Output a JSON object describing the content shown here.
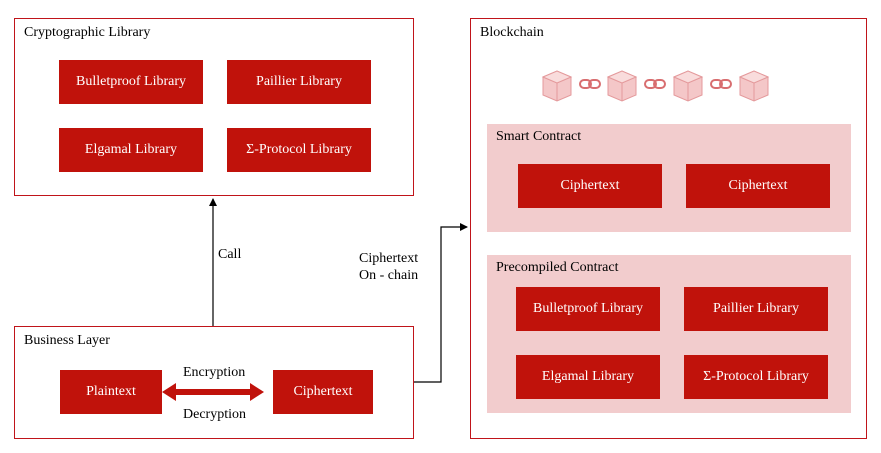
{
  "crypto_library": {
    "title": "Cryptographic Library",
    "items": [
      "Bulletproof Library",
      "Paillier Library",
      "Elgamal Library",
      "Σ-Protocol Library"
    ]
  },
  "blockchain": {
    "title": "Blockchain",
    "chain_icons": [
      "block-icon",
      "link-icon"
    ],
    "smart_contract": {
      "title": "Smart Contract",
      "items": [
        "Ciphertext",
        "Ciphertext"
      ]
    },
    "precompiled_contract": {
      "title": "Precompiled Contract",
      "items": [
        "Bulletproof Library",
        "Paillier Library",
        "Elgamal Library",
        "Σ-Protocol Library"
      ]
    }
  },
  "business_layer": {
    "title": "Business Layer",
    "plaintext": "Plaintext",
    "ciphertext": "Ciphertext",
    "encryption": "Encryption",
    "decryption": "Decryption"
  },
  "connectors": {
    "call": "Call",
    "ciphertext_onchain_line1": "Ciphertext",
    "ciphertext_onchain_line2": "On - chain"
  },
  "colors": {
    "accent": "#c0120b",
    "panel_border": "#c0141a",
    "sub_panel": "#f2cccd"
  }
}
